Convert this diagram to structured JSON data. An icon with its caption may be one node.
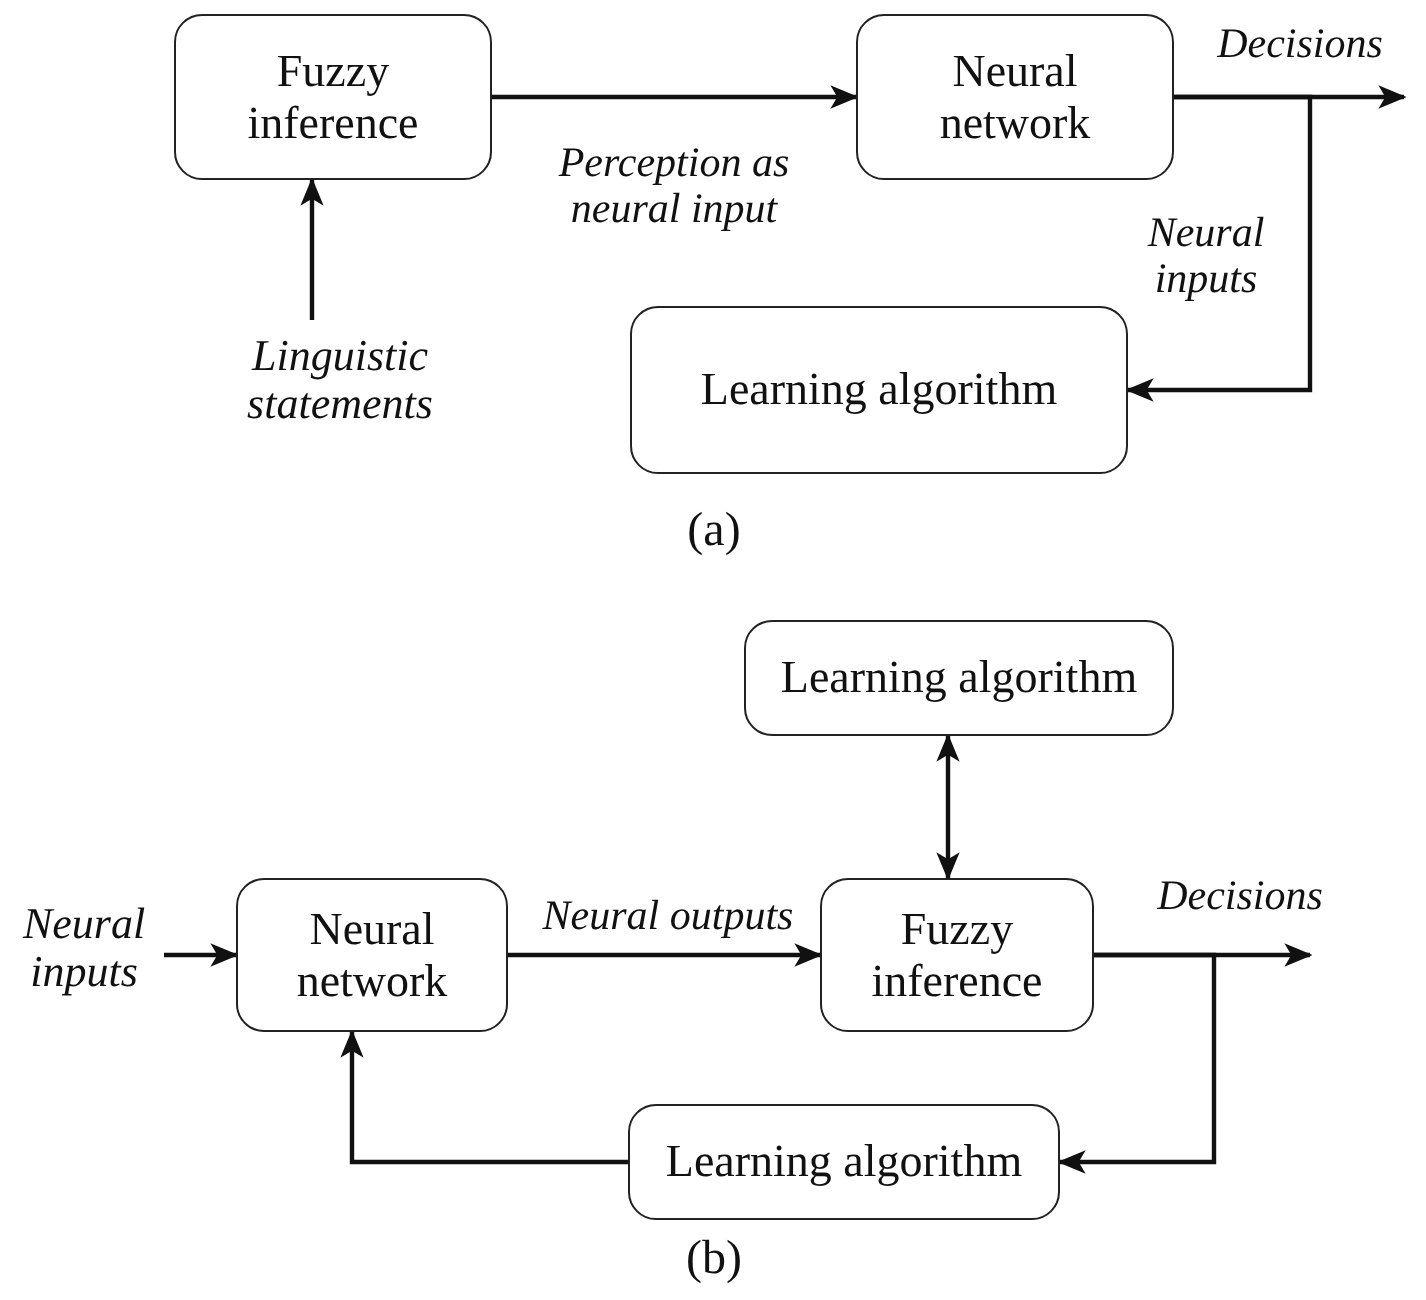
{
  "diagram": {
    "nodes": [
      {
        "text": [
          "Fuzzy inference"
        ]
      },
      {
        "text": [
          "Neural network"
        ]
      },
      {
        "text": [
          "Learning algorithm"
        ]
      },
      {
        "text": [
          "Linguistic statements"
        ]
      },
      {
        "text": [
          "Learning algorithm"
        ]
      },
      {
        "text": [
          "Neural network"
        ]
      },
      {
        "text": [
          "Fuzzy inference"
        ]
      },
      {
        "text": [
          "Learning algorithm"
        ]
      },
      {
        "text": [
          "Neural inputs"
        ]
      }
    ],
    "edges": [
      {
        "from": 0,
        "to": 1,
        "arrow": "to",
        "label": "Perception as neural input"
      },
      {
        "from": 1,
        "to": null,
        "arrow": "to",
        "label": "Decisions"
      },
      {
        "from": 1,
        "to": 2,
        "arrow": "to",
        "label": "Neural inputs"
      },
      {
        "from": 3,
        "to": 0,
        "arrow": "to"
      },
      {
        "from": 4,
        "to": 6,
        "arrow": "both"
      },
      {
        "from": 8,
        "to": 5,
        "arrow": "to"
      },
      {
        "from": 5,
        "to": 6,
        "arrow": "to",
        "label": "Neural outputs"
      },
      {
        "from": 6,
        "to": null,
        "arrow": "to",
        "label": "Decisions"
      },
      {
        "from": 6,
        "to": 7,
        "arrow": "to"
      },
      {
        "from": 7,
        "to": 5,
        "arrow": "to"
      }
    ],
    "labels": [
      "(a)",
      "(b)"
    ]
  }
}
